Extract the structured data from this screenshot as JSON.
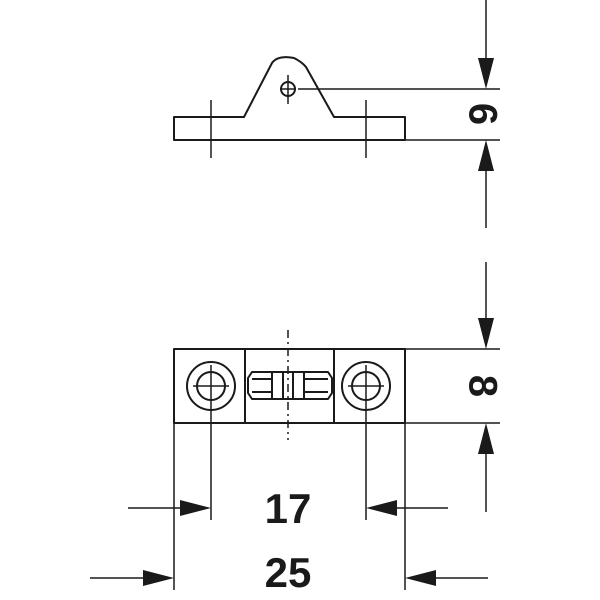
{
  "dimensions": {
    "side_height": "6",
    "top_height": "8",
    "hole_spacing": "17",
    "overall_length": "25"
  }
}
